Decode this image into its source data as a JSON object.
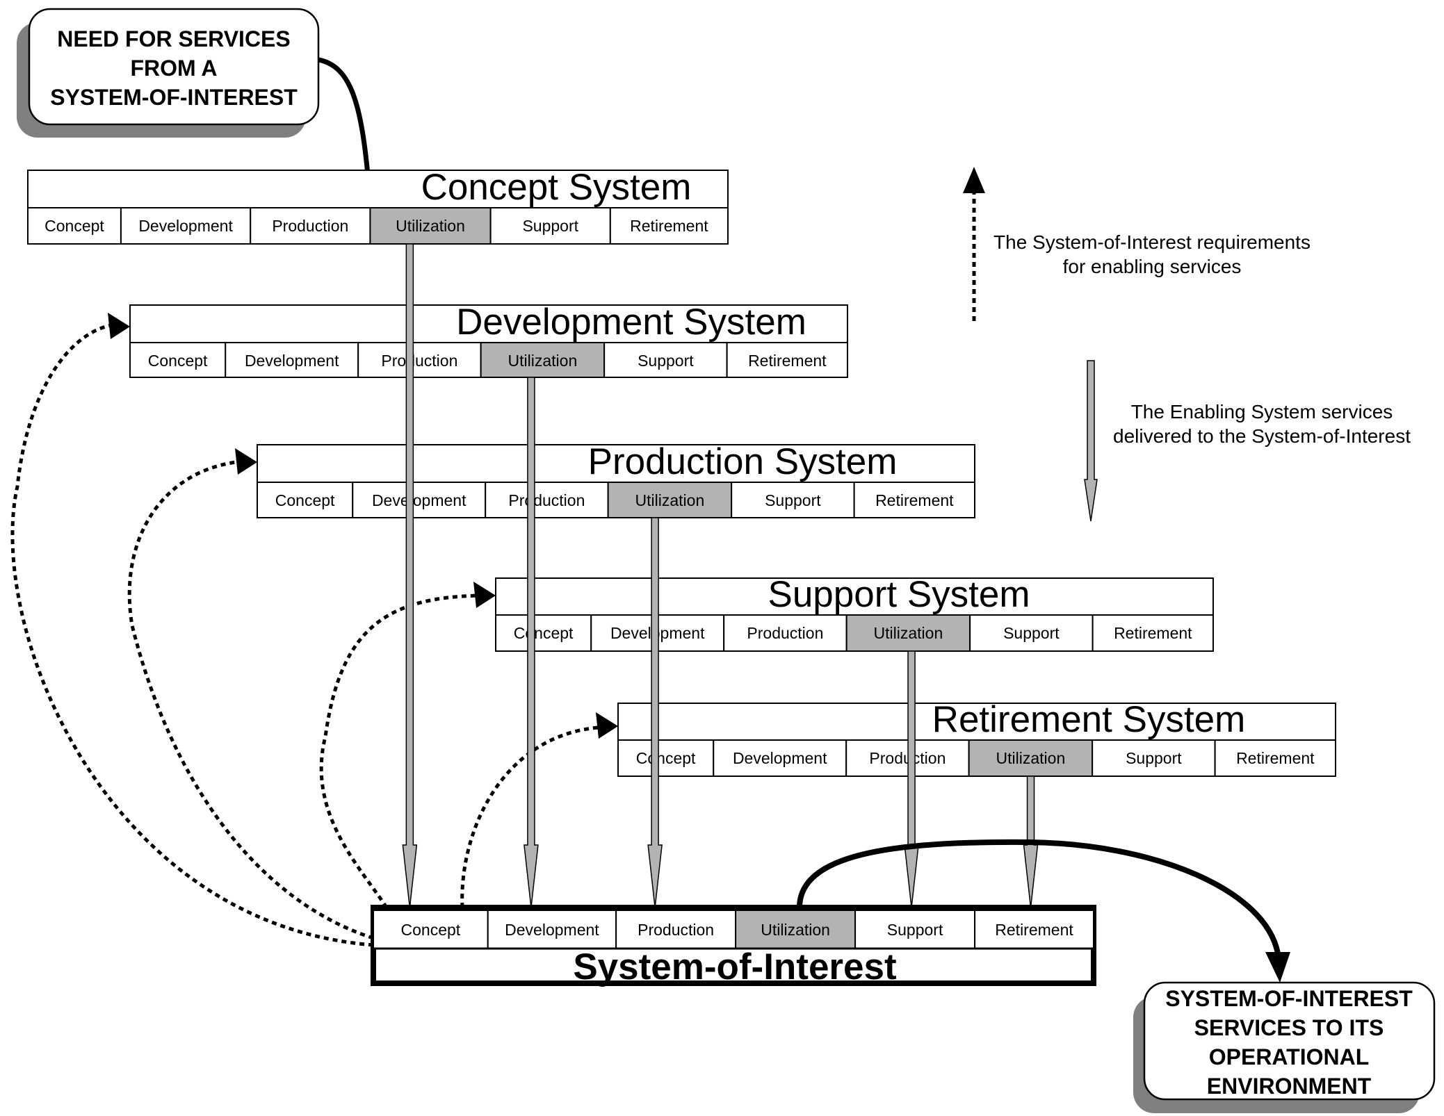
{
  "diagram": {
    "need_box": {
      "lines": [
        "NEED FOR SERVICES",
        "FROM A",
        "SYSTEM-OF-INTEREST"
      ]
    },
    "output_box": {
      "lines": [
        "SYSTEM-OF-INTEREST",
        "SERVICES TO ITS",
        "OPERATIONAL",
        "ENVIRONMENT"
      ]
    },
    "stages": [
      "Concept",
      "Development",
      "Production",
      "Utilization",
      "Support",
      "Retirement"
    ],
    "highlight_stage": "Utilization",
    "enabling_systems": [
      {
        "title": "Concept System"
      },
      {
        "title": "Development System"
      },
      {
        "title": "Production System"
      },
      {
        "title": "Support System"
      },
      {
        "title": "Retirement System"
      }
    ],
    "system_of_interest": {
      "title": "System-of-Interest"
    },
    "legend": {
      "requirements": {
        "lines": [
          "The System-of-Interest requirements",
          "for enabling services"
        ]
      },
      "services": {
        "lines": [
          "The Enabling System services",
          "delivered to the System-of-Interest"
        ]
      }
    },
    "colors": {
      "highlight": "#b3b3b3",
      "shadow": "#808080",
      "arrow_fill": "#b3b3b3",
      "line": "#000000"
    }
  }
}
